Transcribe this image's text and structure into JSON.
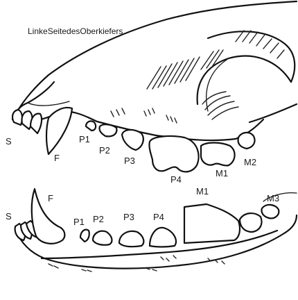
{
  "title": "LinkeSeitedesOberkiefers",
  "upper_labels": [
    "S",
    "F",
    "P1",
    "P2",
    "P3",
    "P4",
    "M1",
    "M2"
  ],
  "lower_labels": [
    "S",
    "F",
    "P1",
    "P2",
    "P3",
    "P4",
    "M1",
    "M3"
  ]
}
